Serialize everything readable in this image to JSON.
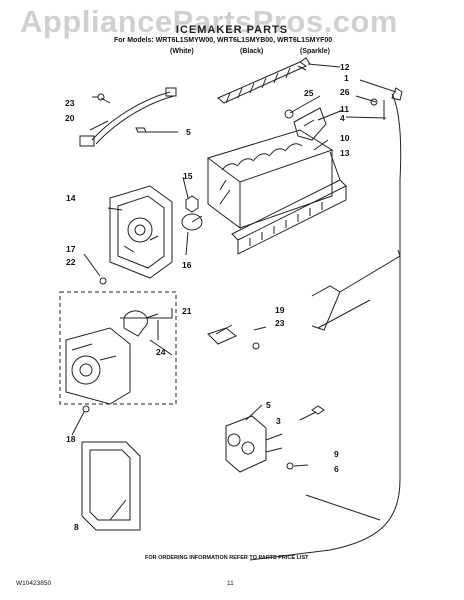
{
  "watermark": "AppliancePartsPros.com",
  "header": {
    "title": "ICEMAKER PARTS",
    "models": "For Models: WRT6L1SMYW00, WRT6L1SMYB00, WRT6L1SMYF00",
    "variants": [
      "(White)",
      "(Black)",
      "(Sparkle)"
    ]
  },
  "callouts": [
    "1",
    "26",
    "4",
    "12",
    "25",
    "11",
    "10",
    "13",
    "5",
    "23",
    "20",
    "15",
    "14",
    "16",
    "17",
    "22",
    "21",
    "19",
    "23",
    "24",
    "18",
    "5",
    "3",
    "9",
    "6",
    "8"
  ],
  "footer": {
    "ordering_note": "FOR ORDERING INFORMATION REFER TO PARTS PRICE LIST",
    "doc_number": "W10423850",
    "page_number": "11"
  }
}
